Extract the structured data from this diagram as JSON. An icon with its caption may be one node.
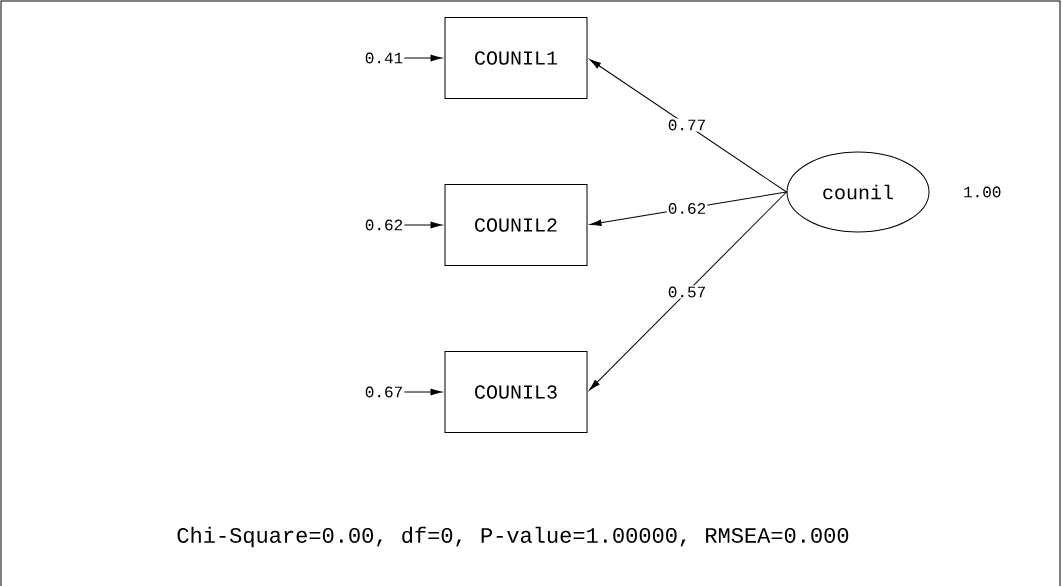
{
  "diagram": {
    "nodes": [
      {
        "text": [
          "COUNIL1"
        ]
      },
      {
        "text": [
          "COUNIL2"
        ]
      },
      {
        "text": [
          "COUNIL3"
        ]
      },
      {
        "text": [
          "counil"
        ],
        "beside": [
          "1.00"
        ]
      },
      {
        "text": [
          "0.41"
        ]
      },
      {
        "text": [
          "0.62"
        ]
      },
      {
        "text": [
          "0.67"
        ]
      }
    ],
    "edges": [
      {
        "from": 3,
        "to": 0,
        "arrow": "to",
        "label": "0.77"
      },
      {
        "from": 3,
        "to": 1,
        "arrow": "to",
        "label": "0.62"
      },
      {
        "from": 3,
        "to": 2,
        "arrow": "to",
        "label": "0.57"
      },
      {
        "from": 4,
        "to": 0,
        "arrow": "to"
      },
      {
        "from": 5,
        "to": 1,
        "arrow": "to"
      },
      {
        "from": 6,
        "to": 2,
        "arrow": "to"
      }
    ],
    "labels": [
      "Chi-Square=0.00, df=0, P-value=1.00000, RMSEA=0.000"
    ]
  }
}
